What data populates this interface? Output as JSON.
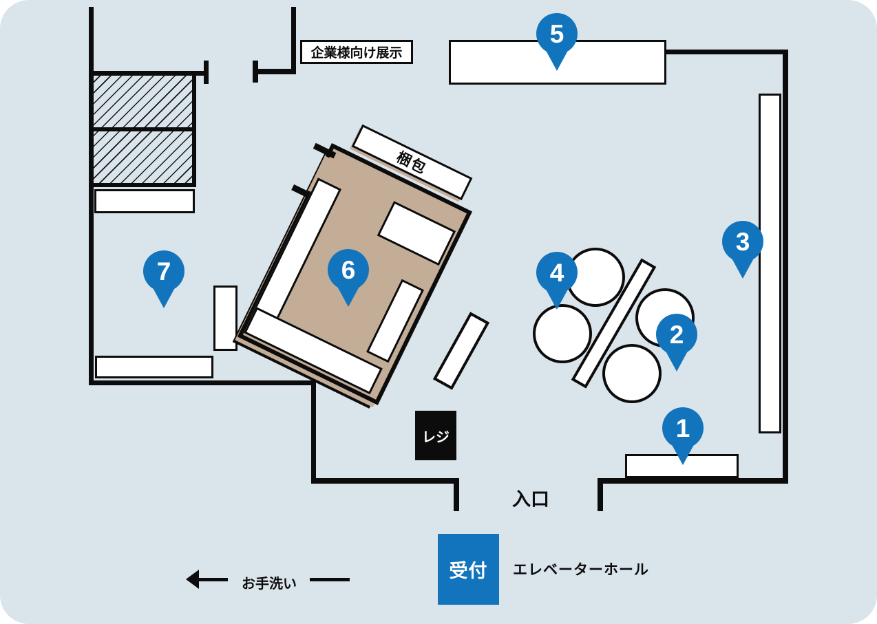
{
  "panel": {
    "background_color": "#dae4eb",
    "accent_blue": "#1274bc",
    "booth_tan": "#c3ad97",
    "line_black": "#0c0c0c"
  },
  "labels": {
    "corporate_exhibit": "企業様向け展示",
    "packing": "梱包",
    "register": "レジ",
    "entrance": "入口",
    "reception": "受付",
    "elevator_hall": "エレベーターホール",
    "restroom": "お手洗い"
  },
  "pins": [
    {
      "label": "1"
    },
    {
      "label": "2"
    },
    {
      "label": "3"
    },
    {
      "label": "4"
    },
    {
      "label": "5"
    },
    {
      "label": "6"
    },
    {
      "label": "7"
    }
  ]
}
